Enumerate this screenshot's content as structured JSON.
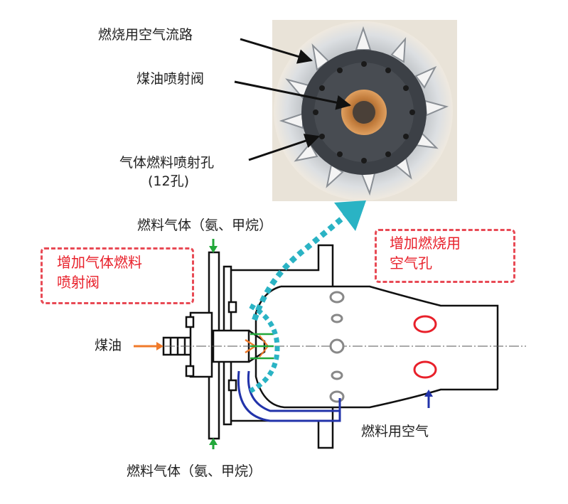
{
  "photo_labels": {
    "air_path": "燃烧用空气流路",
    "kerosene_valve": "煤油喷射阀",
    "gas_holes_line1": "气体燃料喷射孔",
    "gas_holes_line2": "(12孔)"
  },
  "section_labels": {
    "fuel_gas_top": "燃料气体（氨、甲烷）",
    "fuel_gas_bottom": "燃料气体（氨、甲烷）",
    "kerosene": "煤油",
    "combustion_air": "燃料用空气"
  },
  "callouts": {
    "add_gas_valve_line1": "增加气体燃料",
    "add_gas_valve_line2": "喷射阀",
    "add_air_holes_line1": "增加燃烧用",
    "add_air_holes_line2": "空气孔"
  },
  "colors": {
    "callout_red": "#e8202a",
    "teal_dotted": "#2ab3c4",
    "air_blue": "#2233aa",
    "gas_green": "#22a83a",
    "kerosene_orange": "#f07a2a"
  }
}
